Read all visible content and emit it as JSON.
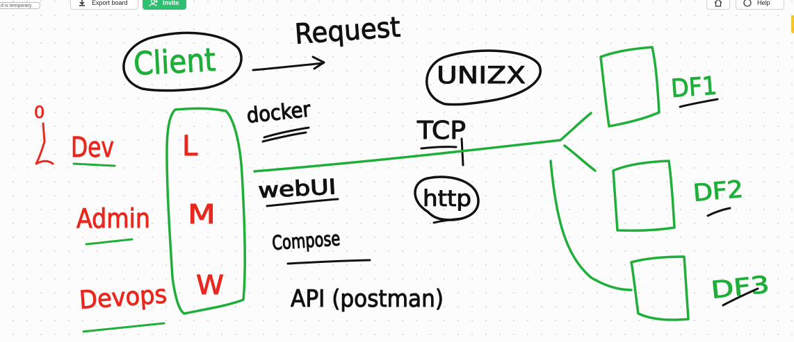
{
  "toolbar": {
    "temporary_notice": "d is temporary",
    "export_label": "Export board",
    "invite_label": "Invite",
    "help_label": "Help",
    "home_icon": "home-icon",
    "export_icon": "download-icon",
    "invite_icon": "add-user-icon",
    "help_icon": "help-circle-icon"
  },
  "whiteboard": {
    "client": "Client",
    "request": "Request",
    "nginx": "UNIZX",
    "tcp": "TCP",
    "http": "http",
    "docker": "docker",
    "webui": "webUI",
    "compose": "Compose",
    "api": "API (postman)",
    "roles": [
      "Dev",
      "Admin",
      "Devops"
    ],
    "letters": [
      "L",
      "M",
      "W"
    ],
    "zero": "0",
    "df_labels": [
      "DF1",
      "DF2",
      "DF3"
    ],
    "colors": {
      "ink": "#111111",
      "red": "#e8281e",
      "green": "#1fae3a"
    }
  }
}
